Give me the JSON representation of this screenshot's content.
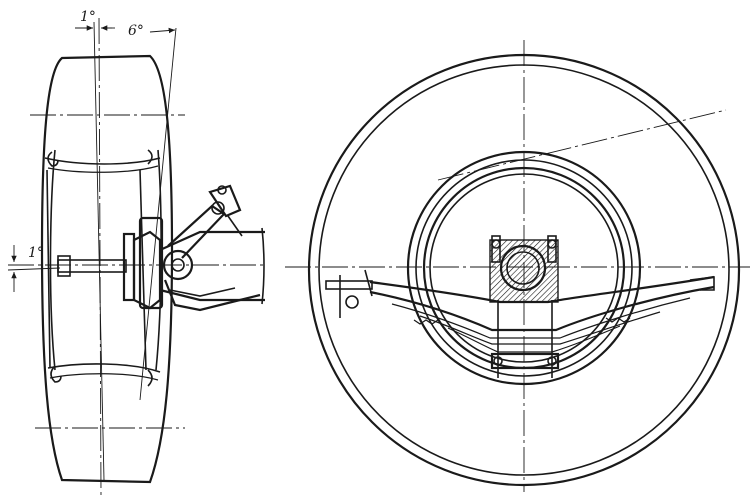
{
  "labels": {
    "camber_top": "1°",
    "caster": "6°",
    "camber_left": "1°"
  },
  "colors": {
    "ink": "#1a1a1a",
    "paper": "#ffffff"
  }
}
